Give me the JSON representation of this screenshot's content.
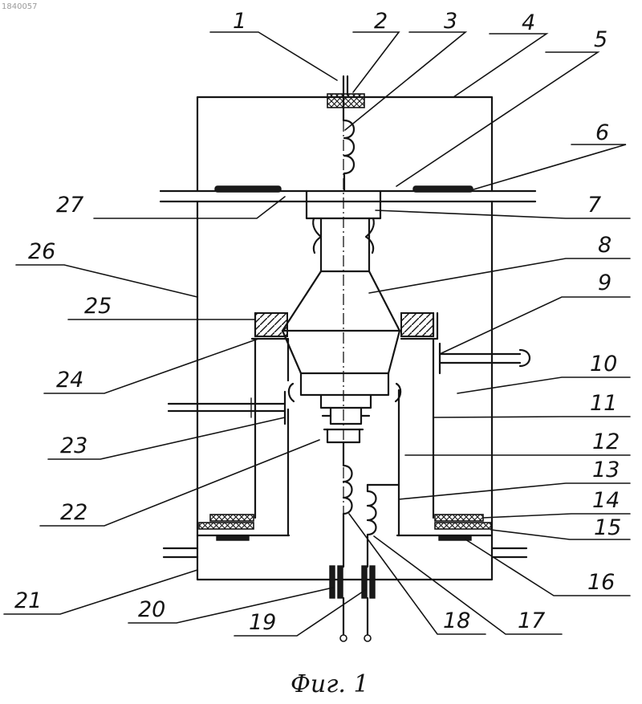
{
  "document_id": "1840057",
  "caption": "Фиг. 1",
  "labels": [
    "1",
    "2",
    "3",
    "4",
    "5",
    "6",
    "7",
    "8",
    "9",
    "10",
    "11",
    "12",
    "13",
    "14",
    "15",
    "16",
    "17",
    "18",
    "19",
    "20",
    "21",
    "22",
    "23",
    "24",
    "25",
    "26",
    "27"
  ]
}
